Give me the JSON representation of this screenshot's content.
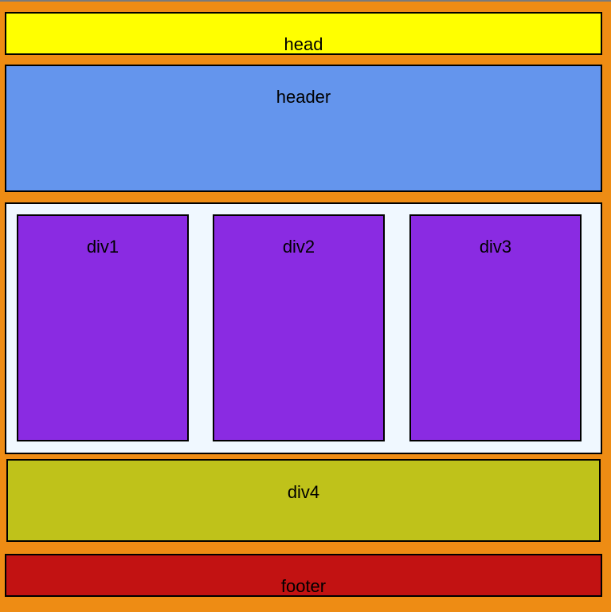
{
  "head": {
    "label": "head"
  },
  "header": {
    "label": "header"
  },
  "columns": [
    {
      "label": "div1"
    },
    {
      "label": "div2"
    },
    {
      "label": "div3"
    }
  ],
  "div4": {
    "label": "div4"
  },
  "footer": {
    "label": "footer"
  },
  "colors": {
    "page_background": "#ee8c14",
    "head": "#ffff00",
    "header": "#6495ed",
    "container": "#f0f8ff",
    "columns": "#8a2be2",
    "div4": "#bfc21a",
    "footer": "#c21212"
  }
}
